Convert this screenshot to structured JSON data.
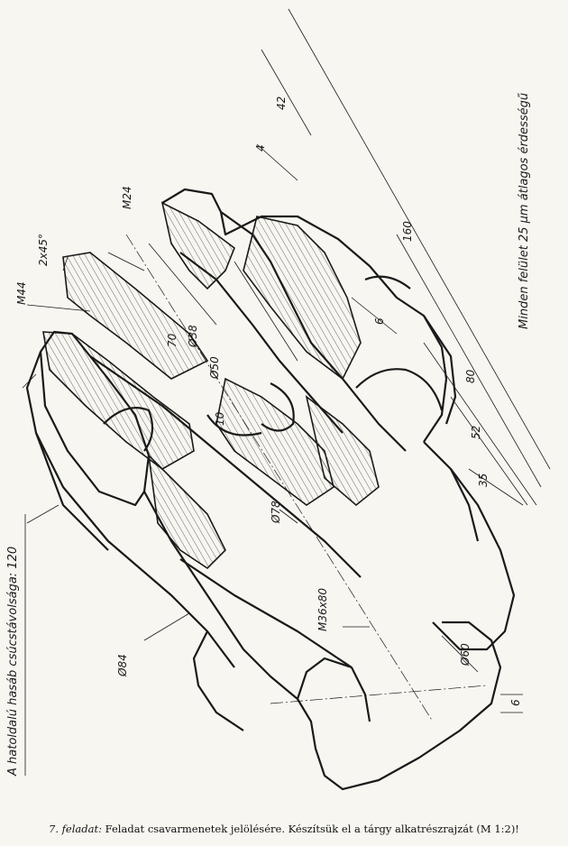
{
  "drawing": {
    "notes": {
      "left": "A hatoldalú hasáb csúcstávolsága: 120",
      "right": "Minden felület 25 µm átlagos érdességű"
    },
    "dimensions": {
      "d42": "42",
      "d4": "4",
      "m24": "M24",
      "chamfer": "2x45°",
      "m44": "M44",
      "d160": "160",
      "d6_top": "6",
      "d70": "70",
      "dia38": "Ø38",
      "dia50": "Ø50",
      "d10": "10",
      "d80": "80",
      "d52": "52",
      "d35": "35",
      "dia78": "Ø78",
      "m36x80": "M36x80",
      "dia84": "Ø84",
      "dia60": "Ø60",
      "d6_bottom": "6"
    }
  },
  "caption": {
    "label": "7. feladat:",
    "text": " Feladat csavarmenetek jelölésére. Készítsük el a tárgy alkatrészrajzát (M 1:2)!"
  }
}
